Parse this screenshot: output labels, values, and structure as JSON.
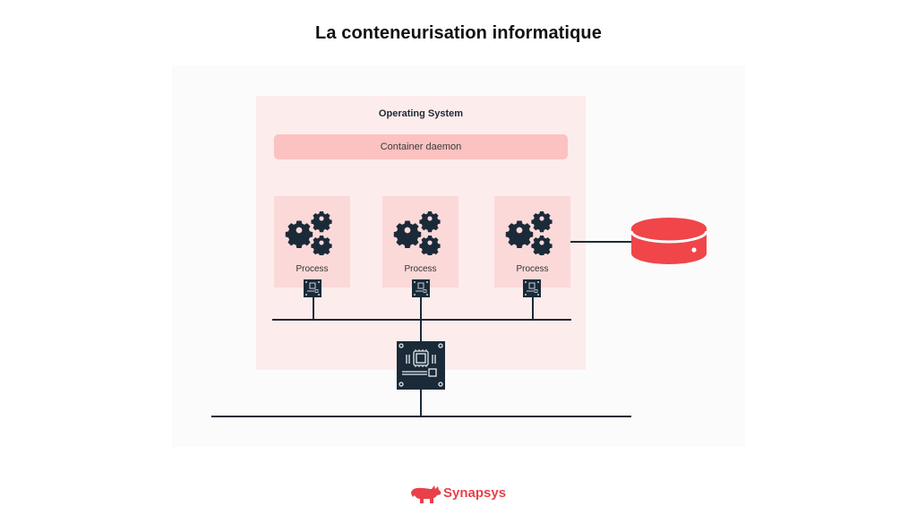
{
  "title": "La conteneurisation informatique",
  "diagram": {
    "os_label": "Operating System",
    "daemon_label": "Container daemon",
    "processes": [
      {
        "label": "Process",
        "icon": "gears-icon"
      },
      {
        "label": "Process",
        "icon": "gears-icon"
      },
      {
        "label": "Process",
        "icon": "gears-icon"
      }
    ],
    "hardware_icon": "motherboard-chip-icon",
    "storage_icon": "database-disk-icon",
    "colors": {
      "os_background": "#fdecec",
      "daemon_background": "#fcc1c1",
      "process_background": "#fbd9d9",
      "icon_dark": "#1b2a38",
      "storage_red": "#f04549"
    }
  },
  "footer": {
    "brand": "Synapsys",
    "brand_color": "#e8414a",
    "logo_icon": "rhino-icon"
  }
}
